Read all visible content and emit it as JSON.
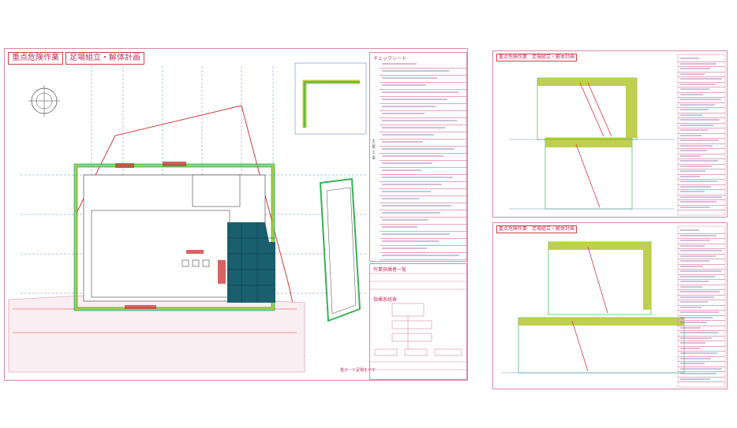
{
  "main_sheet": {
    "title_left": "重点危険作業",
    "title_right": "足場組立・解体計画",
    "checksheet_header": "チェックシート",
    "side_column_label": "主要工事",
    "bottom_note": "重ガード足場を示す",
    "form_section_title": "作業指揮者一覧",
    "form_section_subtitle": "指揮系統表"
  },
  "thumb_sheet_1": {
    "title": "重点危険作業　足場組立・解体計画"
  },
  "thumb_sheet_2": {
    "title": "重点危険作業　足場組立・解体計画"
  },
  "colors": {
    "frame": "#d88aa8",
    "title": "#c03060",
    "green": "#22aa44",
    "olive": "#b4c832",
    "teal": "#1a5f6e",
    "red": "#d23c3c",
    "blue": "#5a78c8"
  }
}
